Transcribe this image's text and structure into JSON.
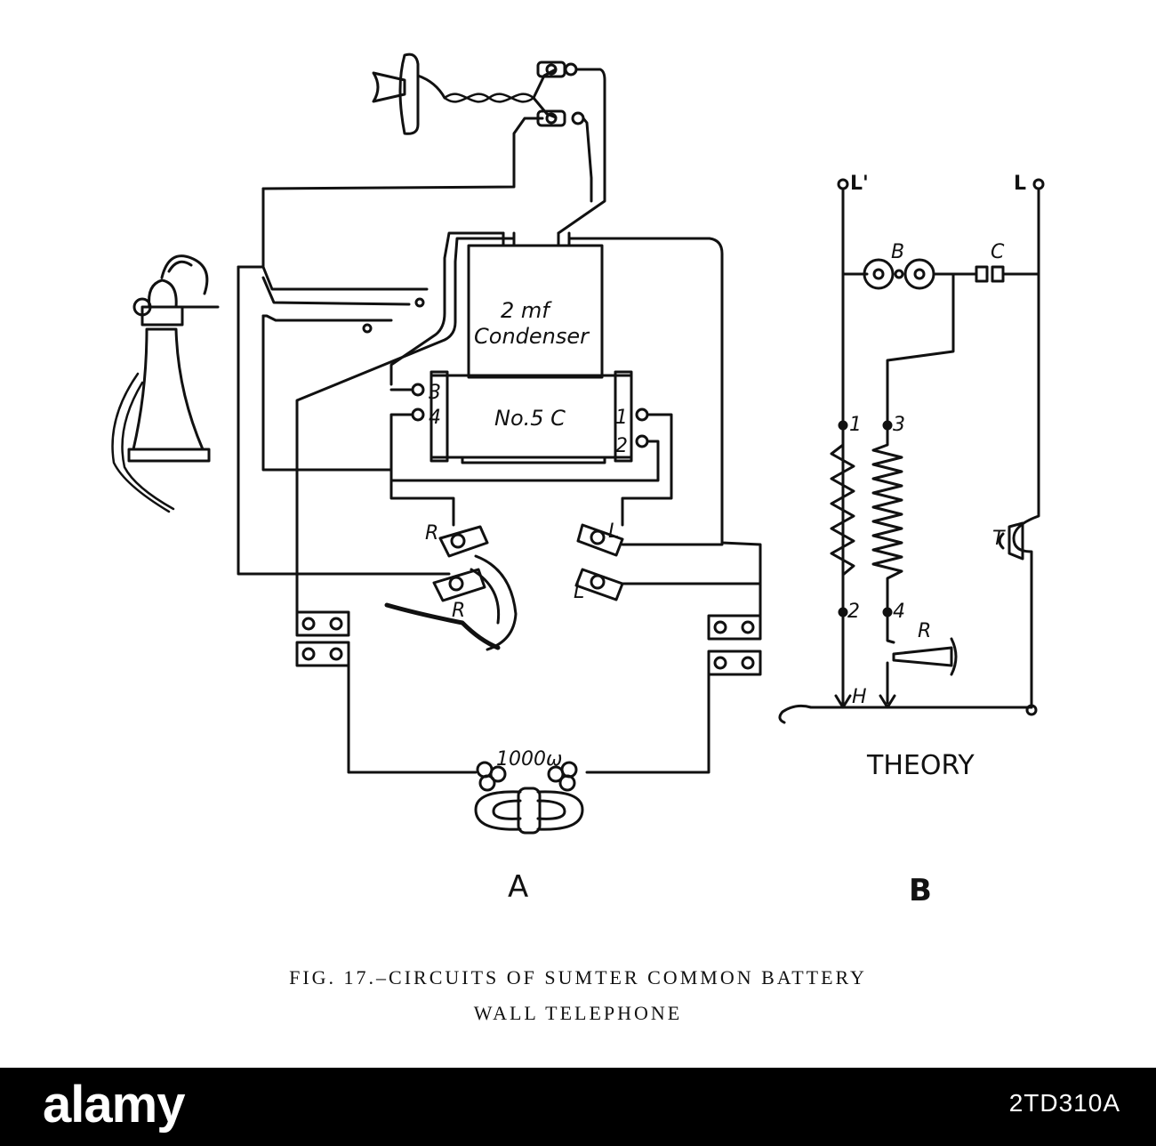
{
  "figure": {
    "labels": {
      "condenser_value": "2 mf",
      "condenser_name": "Condenser",
      "coil": "No.5 C",
      "coil_t3": "3",
      "coil_t4": "4",
      "coil_t1": "1",
      "coil_t2": "2",
      "switch_r_top": "R",
      "switch_r_bottom": "R",
      "switch_l_top": "L",
      "switch_l_bottom": "L",
      "ringer": "1000ω",
      "panel_a": "A",
      "theory_l_prime": "L'",
      "theory_l": "L",
      "theory_b": "B",
      "theory_c": "C",
      "theory_1": "1",
      "theory_2": "2",
      "theory_3": "3",
      "theory_4": "4",
      "theory_t": "T",
      "theory_r": "R",
      "theory_h": "H",
      "theory_title": "THEORY",
      "panel_b": "B"
    }
  },
  "caption": {
    "line1": "FIG. 17.–CIRCUITS OF SUMTER COMMON BATTERY",
    "line2": "WALL TELEPHONE"
  },
  "watermark": {
    "logo": "alamy",
    "stock_id": "2TD310A"
  }
}
